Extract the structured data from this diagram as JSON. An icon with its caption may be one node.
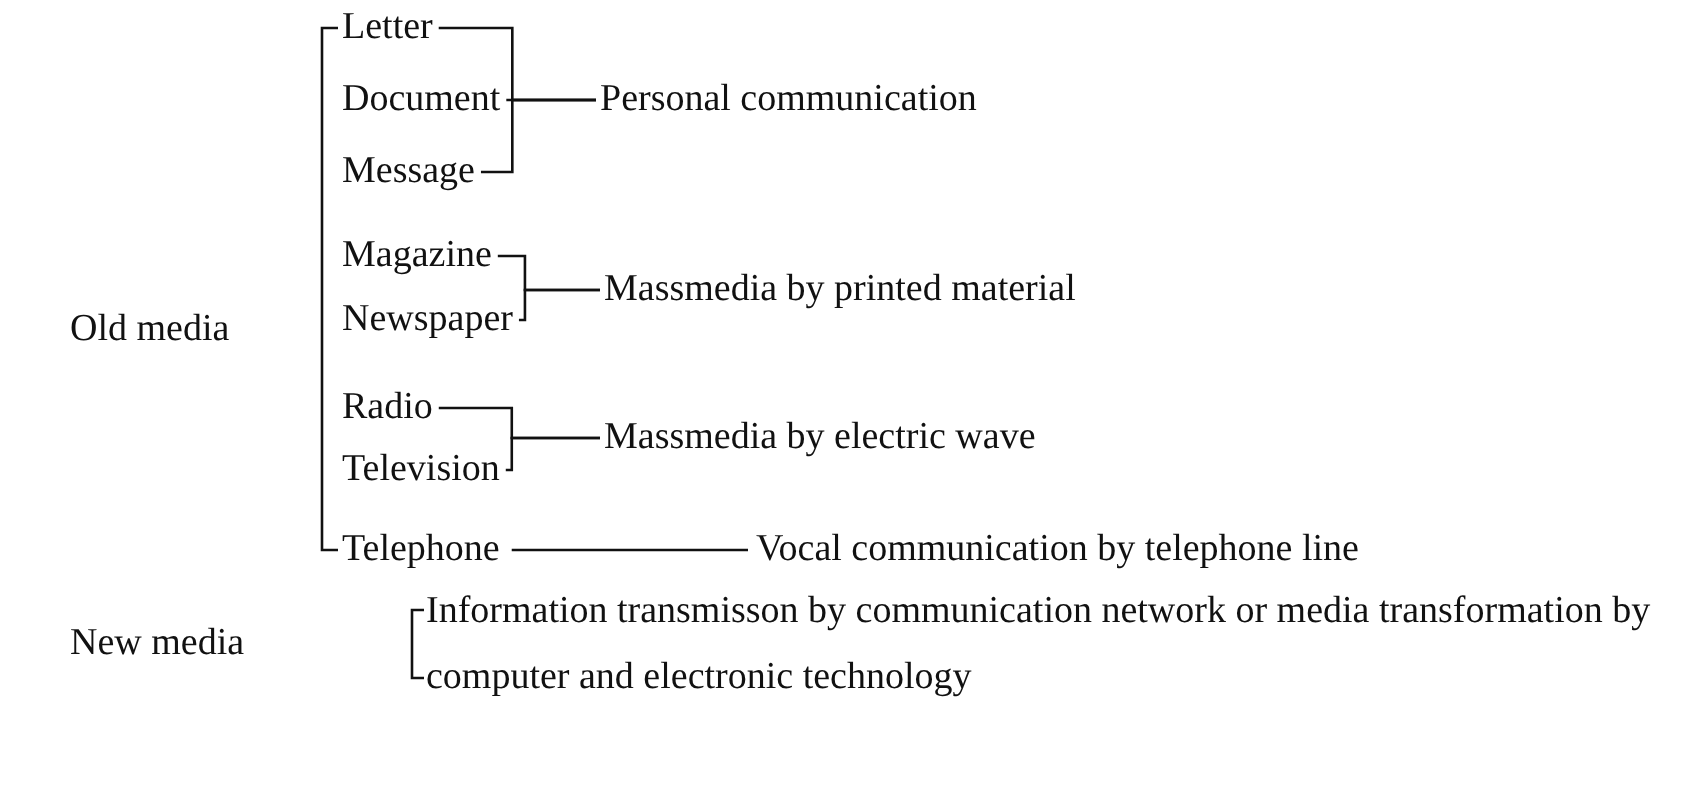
{
  "diagram": {
    "nodes": [
      {
        "text": [
          "Old media"
        ]
      },
      {
        "text": [
          "Letter"
        ]
      },
      {
        "text": [
          "Document"
        ]
      },
      {
        "text": [
          "Message"
        ]
      },
      {
        "text": [
          "Personal communication"
        ]
      },
      {
        "text": [
          "Magazine"
        ]
      },
      {
        "text": [
          "Newspaper"
        ]
      },
      {
        "text": [
          "Massmedia by printed material"
        ]
      },
      {
        "text": [
          "Radio"
        ]
      },
      {
        "text": [
          "Television"
        ]
      },
      {
        "text": [
          "Massmedia by electric wave"
        ]
      },
      {
        "text": [
          "Telephone"
        ]
      },
      {
        "text": [
          "Vocal communication by telephone line"
        ]
      },
      {
        "text": [
          "New media"
        ]
      },
      {
        "text": [
          "Information transmisson by communication network or media transformation by computer and electronic technology"
        ]
      }
    ],
    "edges": [
      {
        "from": 1,
        "to": 4,
        "arrow": "none"
      },
      {
        "from": 2,
        "to": 4,
        "arrow": "none"
      },
      {
        "from": 3,
        "to": 4,
        "arrow": "none"
      },
      {
        "from": 5,
        "to": 7,
        "arrow": "none"
      },
      {
        "from": 6,
        "to": 7,
        "arrow": "none"
      },
      {
        "from": 8,
        "to": 10,
        "arrow": "none"
      },
      {
        "from": 9,
        "to": 10,
        "arrow": "none"
      },
      {
        "from": 11,
        "to": 12,
        "arrow": "none"
      }
    ]
  }
}
